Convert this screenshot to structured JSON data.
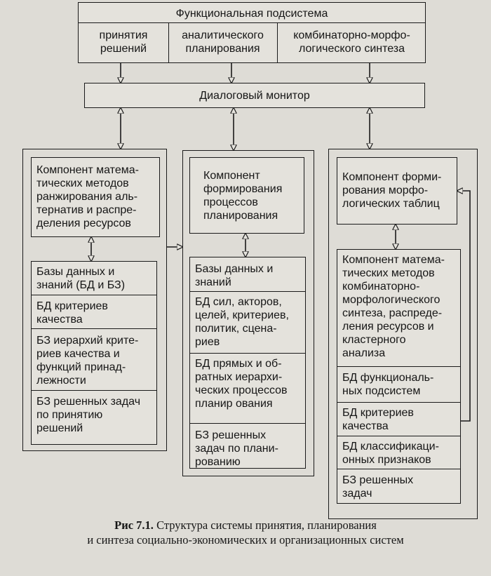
{
  "subsystem": {
    "title": "Функциональная подсистема",
    "columns": [
      "принятия\nрешений",
      "аналитического\nпланирования",
      "комбинаторно-морфо-\nлогического синтеза"
    ]
  },
  "monitor": "Диалоговый монитор",
  "left": {
    "component": "Компонент матема-\nтических методов\nранжирования аль-\nтернатив и распре-\nделения ресурсов",
    "db_header": "Базы данных и\nзнаний (БД и БЗ)",
    "items": [
      "БД критериев\nкачества",
      "БЗ иерархий крите-\nриев качества и\nфункций принад-\nлежности",
      "БЗ решенных задач\nпо принятию\nрешений"
    ]
  },
  "middle": {
    "component": "Компонент\nформирования\nпроцессов\nпланирования",
    "db_header": "Базы данных и\nзнаний",
    "items": [
      "БД сил, акторов,\nцелей, критериев,\nполитик, сцена-\nриев",
      "БД прямых и об-\nратных иерархи-\nческих процессов\nпланир ования",
      "БЗ решенных\nзадач по плани-\nрованию"
    ]
  },
  "right": {
    "component": "Компонент форми-\nрования морфо-\nлогических таблиц",
    "methods": "Компонент матема-\nтических методов\nкомбинаторно-\nморфологического\nсинтеза, распреде-\nления ресурсов и\nкластерного\nанализа",
    "items": [
      "БД функциональ-\nных подсистем",
      "БД критериев\nкачества",
      "БД классификаци-\nонных признаков",
      "БЗ решенных\nзадач"
    ]
  },
  "caption": {
    "label": "Рис 7.1.",
    "line1": " Структура системы принятия, планирования",
    "line2": "и синтеза социально-экономических и организационных систем"
  }
}
